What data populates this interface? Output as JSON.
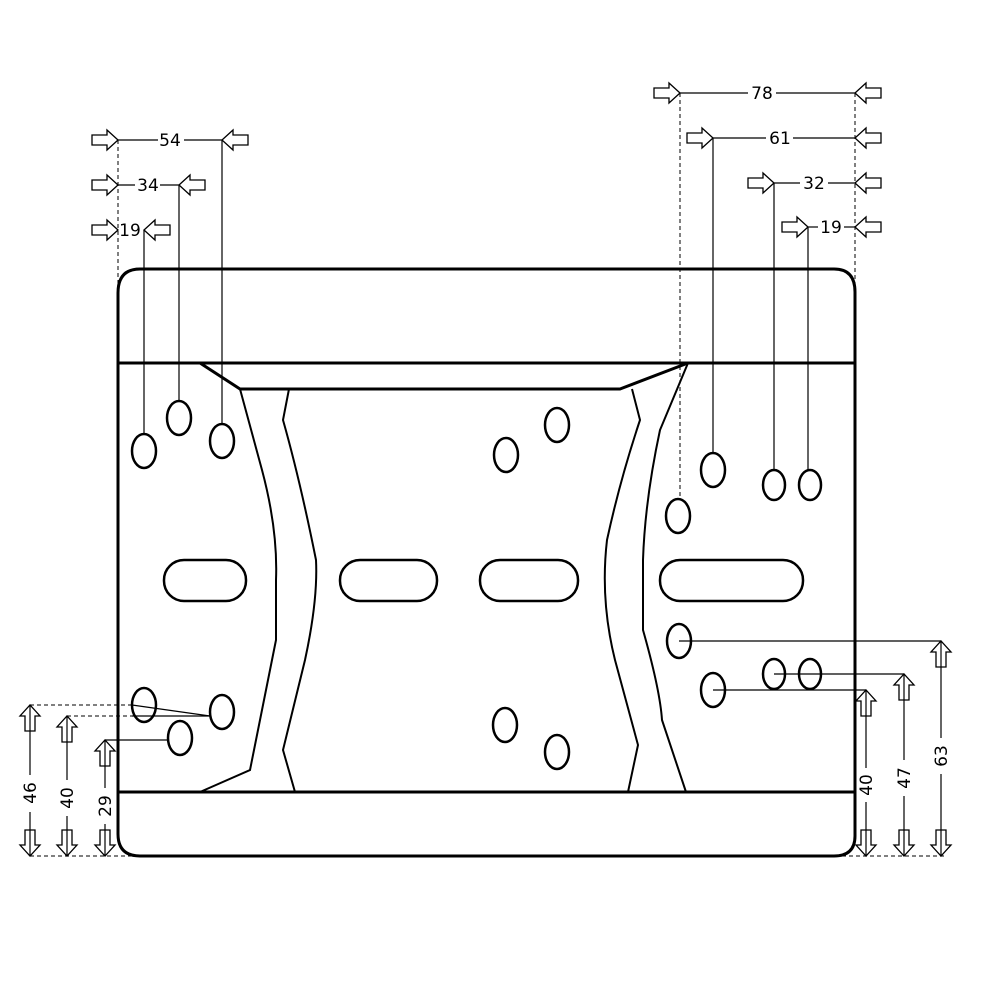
{
  "dimensions": {
    "top_left": [
      {
        "label": "54"
      },
      {
        "label": "34"
      },
      {
        "label": "19"
      }
    ],
    "top_right": [
      {
        "label": "78"
      },
      {
        "label": "61"
      },
      {
        "label": "32"
      },
      {
        "label": "19"
      }
    ],
    "bottom_left": [
      {
        "label": "46"
      },
      {
        "label": "40"
      },
      {
        "label": "29"
      }
    ],
    "bottom_right": [
      {
        "label": "40"
      },
      {
        "label": "47"
      },
      {
        "label": "63"
      }
    ]
  }
}
